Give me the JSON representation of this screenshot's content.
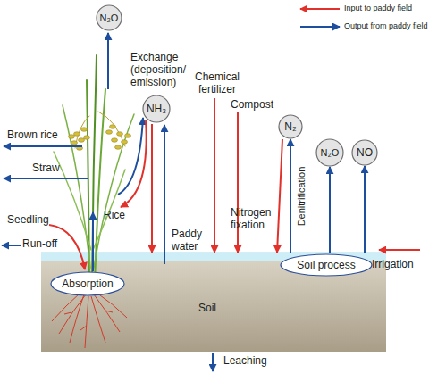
{
  "diagram": {
    "nodes": [
      {
        "text": [
          "N₂O"
        ]
      },
      {
        "text": [
          "NH₃"
        ]
      },
      {
        "text": [
          "N₂"
        ]
      },
      {
        "text": [
          "N₂O"
        ]
      },
      {
        "text": [
          "NO"
        ]
      },
      {
        "text": [
          "Absorption"
        ]
      },
      {
        "text": [
          "Soil process"
        ]
      }
    ],
    "edges": [
      {
        "from": 6,
        "to": 2,
        "arrow": "to",
        "label": "Denitrification"
      },
      {
        "from": 6,
        "to": 3,
        "arrow": "to"
      },
      {
        "from": 6,
        "to": 4,
        "arrow": "to"
      }
    ],
    "labels": [
      "Exchange (deposition/ emission)",
      "Chemical fertilizer",
      "Compost",
      "Brown rice",
      "Straw",
      "Seedling",
      "Rice",
      "Run-off",
      "Paddy water",
      "Nitrogen fixation",
      "Irrigation",
      "Soil",
      "Leaching"
    ],
    "legend": [
      {
        "text": "Input to paddy field"
      },
      {
        "text": "Output from paddy field"
      }
    ]
  }
}
